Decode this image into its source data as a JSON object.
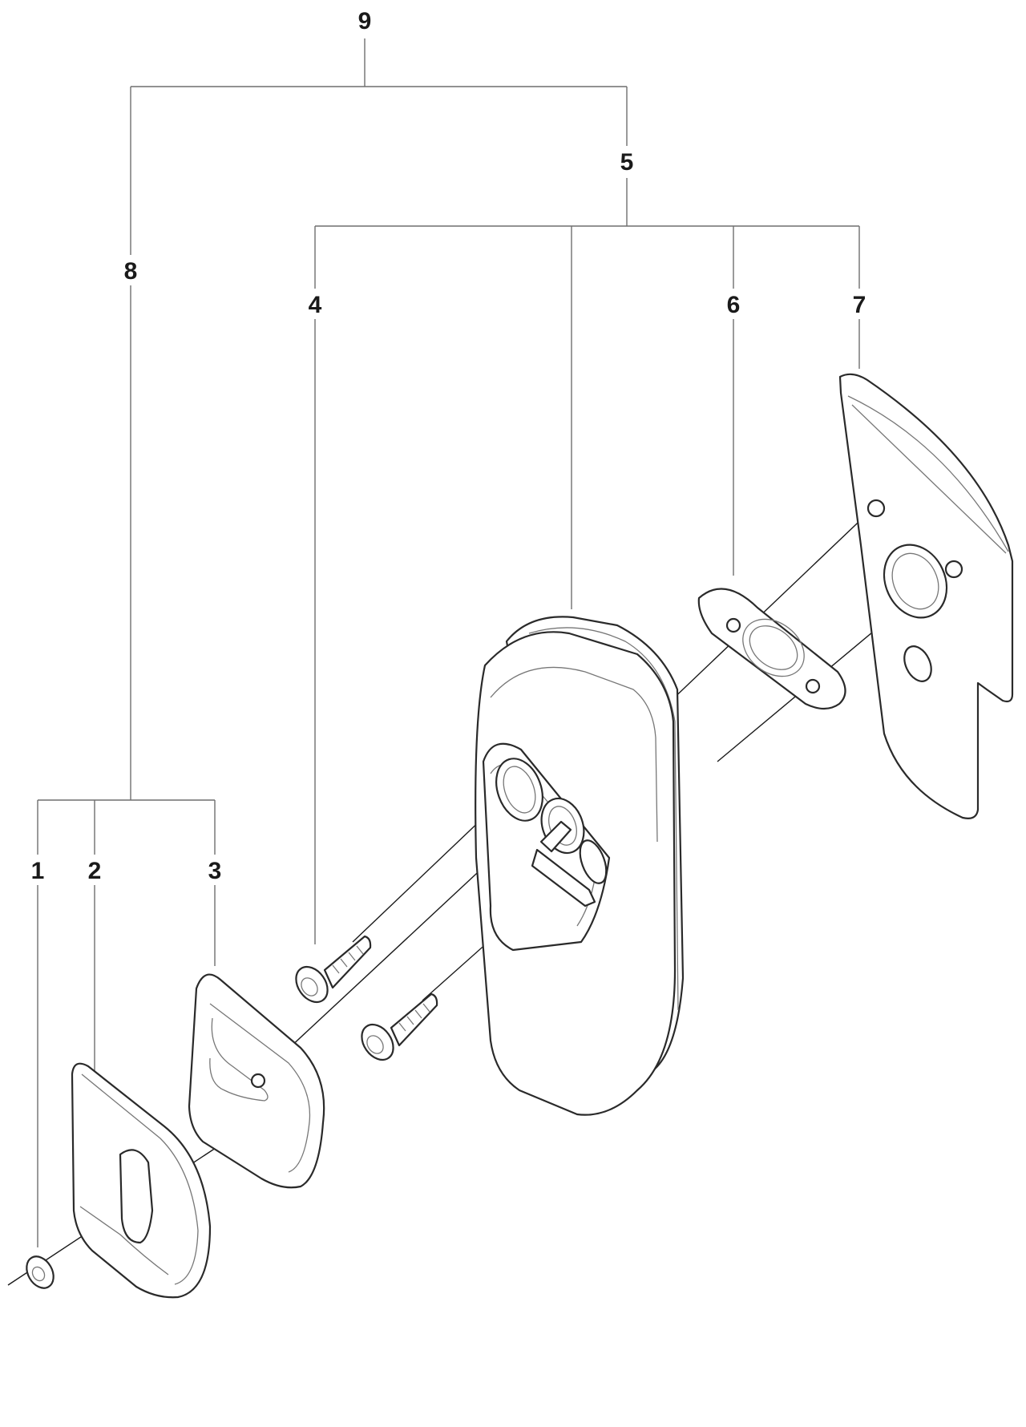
{
  "callouts": {
    "c1": "1",
    "c2": "2",
    "c3": "3",
    "c4": "4",
    "c5": "5",
    "c6": "6",
    "c7": "7",
    "c8": "8",
    "c9": "9"
  },
  "colors": {
    "line": "#6f6f6f",
    "outline": "#2a2a2a",
    "background": "#ffffff"
  }
}
